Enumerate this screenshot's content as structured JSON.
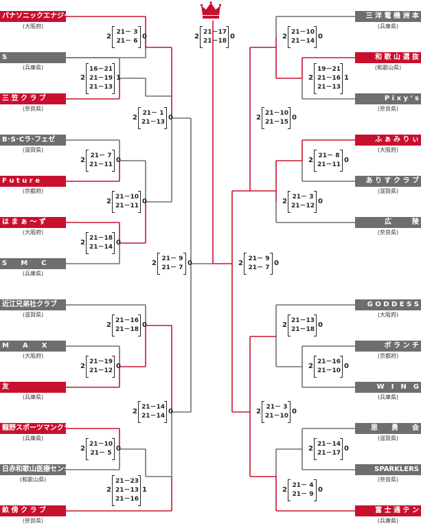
{
  "colors": {
    "red": "#c8102e",
    "gray": "#6e6e6e",
    "line_gray": "#6e6e6e",
    "line_red": "#c8102e"
  },
  "crown_icon": "crown-icon",
  "left_teams": [
    {
      "name": "パナソニックエナジー",
      "pref": "(大阪府)",
      "winner": true
    },
    {
      "name": "S",
      "pref": "(兵庫県)",
      "winner": false
    },
    {
      "name": "三 笠 ク ラ ブ",
      "pref": "(奈良県)",
      "winner": true
    },
    {
      "name": "B･S･Cラ･フェゼ",
      "pref": "(滋賀県)",
      "winner": false
    },
    {
      "name": "F u t u r e",
      "pref": "(京都府)",
      "winner": true
    },
    {
      "name": "は ま ぁ 〜 ず",
      "pref": "(大阪府)",
      "winner": true
    },
    {
      "name": "S　　M　　C",
      "pref": "(兵庫県)",
      "winner": false
    },
    {
      "name": "近江兄弟社クラブ",
      "pref": "(滋賀県)",
      "winner": false
    },
    {
      "name": "M　　A　　X",
      "pref": "(大阪府)",
      "winner": false
    },
    {
      "name": "友",
      "pref": "(兵庫県)",
      "winner": true
    },
    {
      "name": "龍野スポーツマンクラブ",
      "pref": "(兵庫県)",
      "winner": true
    },
    {
      "name": "日赤和歌山医療センター",
      "pref": "(和歌山県)",
      "winner": false
    },
    {
      "name": "畝 傍 ク ラ ブ",
      "pref": "(奈良県)",
      "winner": true
    }
  ],
  "right_teams": [
    {
      "name": "三 洋 電 機 洲 本",
      "pref": "(兵庫県)",
      "winner": false
    },
    {
      "name": "和 歌 山 選 抜",
      "pref": "(和歌山県)",
      "winner": true
    },
    {
      "name": "P i x y ' s",
      "pref": "(奈良県)",
      "winner": false
    },
    {
      "name": "ふ ぁ み り ぃ",
      "pref": "(大阪府)",
      "winner": true
    },
    {
      "name": "あ り す ク ラ ブ",
      "pref": "(滋賀県)",
      "winner": false
    },
    {
      "name": "広　　　陵",
      "pref": "(奈良県)",
      "winner": false
    },
    {
      "name": "G O D D E S S",
      "pref": "(大阪府)",
      "winner": false
    },
    {
      "name": "ボ ラ ン チ",
      "pref": "(京都府)",
      "winner": false
    },
    {
      "name": "W　I　N　G",
      "pref": "(兵庫県)",
      "winner": false
    },
    {
      "name": "思　　勇　　会",
      "pref": "(滋賀県)",
      "winner": false
    },
    {
      "name": "SPARKLERS",
      "pref": "(奈良県)",
      "winner": false
    },
    {
      "name": "富 士 通 テ ン",
      "pref": "(兵庫県)",
      "winner": true
    }
  ],
  "matches": [
    {
      "id": "L1",
      "games": "21－ 3\n21－ 6",
      "w": "2",
      "l": "0"
    },
    {
      "id": "L2",
      "games": "16－21\n21－19\n21－13",
      "w": "2",
      "l": "1"
    },
    {
      "id": "L3",
      "games": "21－ 1\n21－13",
      "w": "2",
      "l": "0"
    },
    {
      "id": "L4",
      "games": "21－ 7\n21－11",
      "w": "2",
      "l": "0"
    },
    {
      "id": "L5",
      "games": "21－10\n21－11",
      "w": "2",
      "l": "0"
    },
    {
      "id": "L6",
      "games": "21－18\n21－14",
      "w": "2",
      "l": "0"
    },
    {
      "id": "L7",
      "games": "21－ 9\n21－ 7",
      "w": "2",
      "l": "0"
    },
    {
      "id": "L8",
      "games": "21－16\n21－18",
      "w": "2",
      "l": "0"
    },
    {
      "id": "L9",
      "games": "21－19\n21－12",
      "w": "2",
      "l": "0"
    },
    {
      "id": "L10",
      "games": "21－14\n21－14",
      "w": "2",
      "l": "0"
    },
    {
      "id": "L11",
      "games": "21－10\n21－ 5",
      "w": "2",
      "l": "0"
    },
    {
      "id": "L12",
      "games": "21－23\n21－13\n21－16",
      "w": "2",
      "l": "1"
    },
    {
      "id": "F",
      "games": "21－17\n21－18",
      "w": "2",
      "l": "0"
    },
    {
      "id": "R1",
      "games": "21－10\n21－14",
      "w": "2",
      "l": "0"
    },
    {
      "id": "R2",
      "games": "19－21\n21－16\n21－13",
      "w": "2",
      "l": "1"
    },
    {
      "id": "R3",
      "games": "21－10\n21－15",
      "w": "2",
      "l": "0"
    },
    {
      "id": "R4",
      "games": "21－ 8\n21－11",
      "w": "2",
      "l": "0"
    },
    {
      "id": "R5",
      "games": "21－ 3\n21－12",
      "w": "2",
      "l": "0"
    },
    {
      "id": "R6",
      "games": "21－ 9\n21－ 7",
      "w": "2",
      "l": "0"
    },
    {
      "id": "R7",
      "games": "21－13\n21－18",
      "w": "2",
      "l": "0"
    },
    {
      "id": "R8",
      "games": "21－16\n21－10",
      "w": "2",
      "l": "0"
    },
    {
      "id": "R9",
      "games": "21－ 3\n21－10",
      "w": "2",
      "l": "0"
    },
    {
      "id": "R10",
      "games": "21－14\n21－17",
      "w": "2",
      "l": "0"
    },
    {
      "id": "R11",
      "games": "21－ 4\n21－ 9",
      "w": "2",
      "l": "0"
    }
  ]
}
